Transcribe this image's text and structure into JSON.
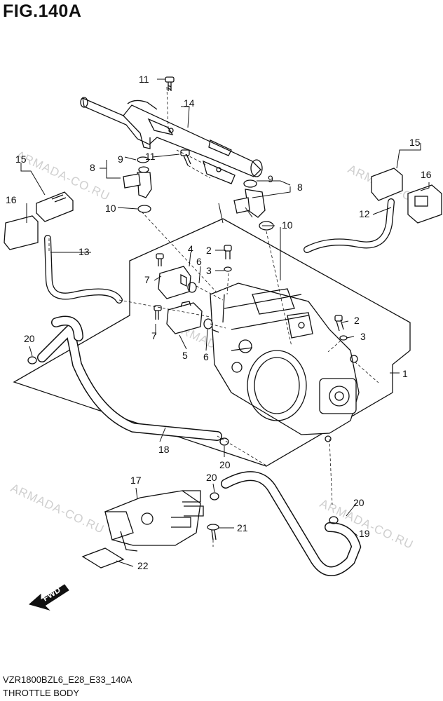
{
  "figure": {
    "title": "FIG.140A",
    "model_code": "VZR1800BZL6_E28_E33_140A",
    "subtitle": "THROTTLE BODY"
  },
  "watermark": "ARMADA-CO.RU",
  "fwd_label": "FWD",
  "callouts": {
    "c1": "1",
    "c2a": "2",
    "c2b": "2",
    "c3a": "3",
    "c3b": "3",
    "c4": "4",
    "c5": "5",
    "c6a": "6",
    "c6b": "6",
    "c7a": "7",
    "c7b": "7",
    "c8a": "8",
    "c8b": "8",
    "c9a": "9",
    "c9b": "9",
    "c10a": "10",
    "c10b": "10",
    "c11a": "11",
    "c11b": "11",
    "c12": "12",
    "c13": "13",
    "c14": "14",
    "c15a": "15",
    "c15b": "15",
    "c16a": "16",
    "c16b": "16",
    "c17": "17",
    "c18": "18",
    "c19": "19",
    "c20a": "20",
    "c20b": "20",
    "c20c": "20",
    "c20d": "20",
    "c21": "21",
    "c22": "22"
  }
}
